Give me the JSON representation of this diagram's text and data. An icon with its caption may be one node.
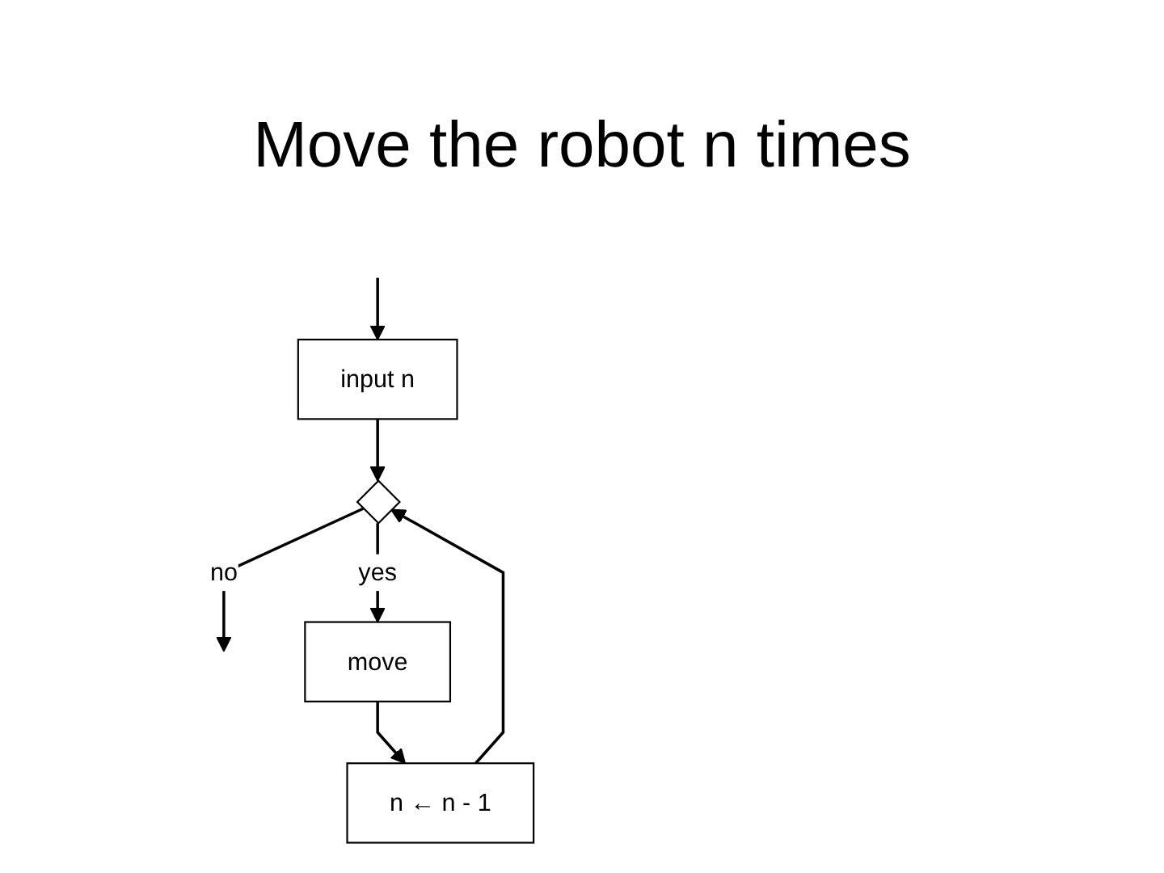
{
  "diagram": {
    "title": "Move the robot n times",
    "nodes": [
      {
        "text": [
          "input n"
        ]
      },
      {
        "text": [],
        "shape": "diamond"
      },
      {
        "text": [
          "move"
        ]
      },
      {
        "text": [
          "n ← n - 1"
        ]
      }
    ],
    "edges": [
      {
        "from": null,
        "to": 0,
        "arrow": "to"
      },
      {
        "from": 0,
        "to": 1,
        "arrow": "to"
      },
      {
        "from": 1,
        "to": null,
        "arrow": "to",
        "label": "no"
      },
      {
        "from": 1,
        "to": 2,
        "arrow": "to",
        "label": "yes"
      },
      {
        "from": 2,
        "to": 3,
        "arrow": "to"
      },
      {
        "from": 3,
        "to": 1,
        "arrow": "to"
      }
    ]
  }
}
